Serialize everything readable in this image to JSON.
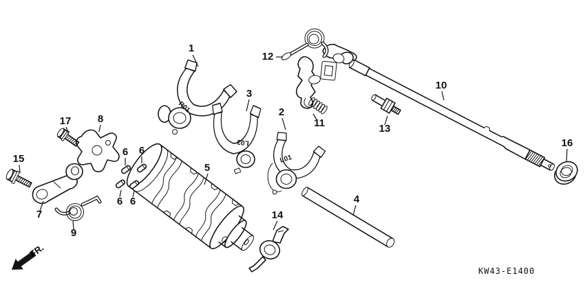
{
  "diagram": {
    "code": "KW43-E1400",
    "direction_indicator": "FR.",
    "stamps": {
      "fork_1": "R01",
      "fork_2": "L01",
      "fork_3": "L03"
    },
    "callouts": {
      "c1": "1",
      "c2": "2",
      "c3": "3",
      "c4": "4",
      "c5": "5",
      "c6": "6",
      "c7": "7",
      "c8": "8",
      "c9": "9",
      "c10": "10",
      "c11": "11",
      "c12": "12",
      "c13": "13",
      "c14": "14",
      "c15": "15",
      "c16": "16",
      "c17": "17"
    },
    "colors": {
      "line": "#151515",
      "background": "#ffffff"
    }
  }
}
